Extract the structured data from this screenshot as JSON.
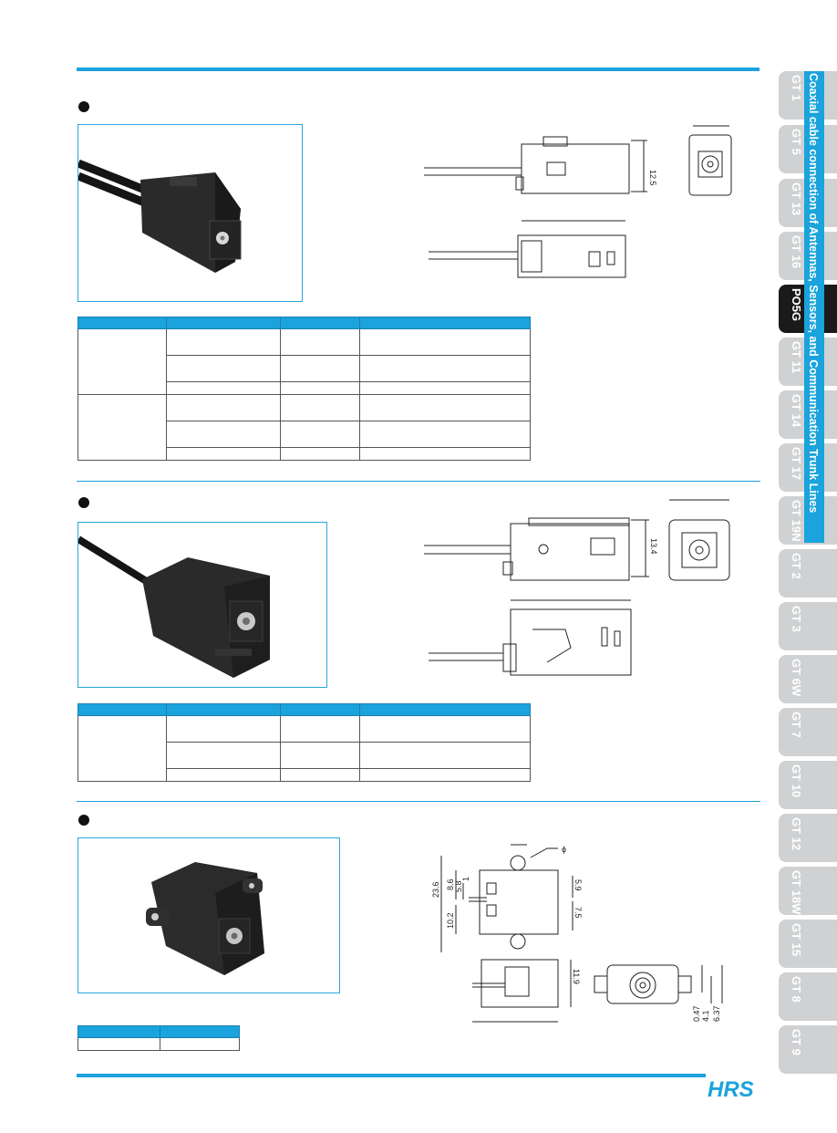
{
  "side_banner": "Coaxial cable connection of Antennas, Sensors, and Communication Trunk Lines",
  "tabs": [
    {
      "label": "GT 1",
      "active": false
    },
    {
      "label": "GT 5",
      "active": false
    },
    {
      "label": "GT 13",
      "active": false
    },
    {
      "label": "GT 16",
      "active": false
    },
    {
      "label": "PO5G",
      "active": true
    },
    {
      "label": "GT 11",
      "active": false
    },
    {
      "label": "GT 14",
      "active": false
    },
    {
      "label": "GT 17",
      "active": false
    },
    {
      "label": "GT 19N",
      "active": false
    },
    {
      "label": "GT 2",
      "active": false
    },
    {
      "label": "GT 3",
      "active": false
    },
    {
      "label": "GT 6W",
      "active": false
    },
    {
      "label": "GT 7",
      "active": false
    },
    {
      "label": "GT 10",
      "active": false
    },
    {
      "label": "GT 12",
      "active": false
    },
    {
      "label": "GT 18W",
      "active": false
    },
    {
      "label": "GT 15",
      "active": false
    },
    {
      "label": "GT 8",
      "active": false
    },
    {
      "label": "GT 9",
      "active": false
    }
  ],
  "section1": {
    "dims": {
      "height": "12.5"
    }
  },
  "section2": {
    "dims": {
      "height": "13.4"
    }
  },
  "section3": {
    "dims": {
      "phi": "ϕ",
      "d23_6": "23.6",
      "d8_6": "8.6",
      "d5_8": "5.8",
      "d1": "1",
      "d10_2": "10.2",
      "d5_9": "5.9",
      "d7_5": "7.5",
      "d11_9": "11.9",
      "d0_47": "0.47",
      "d4_1": "4.1",
      "d6_37": "6.37"
    }
  },
  "logo": "HRS",
  "colors": {
    "accent": "#1aa3dc",
    "tab": "#cfd1d3",
    "tab_active": "#1a1a1a"
  }
}
